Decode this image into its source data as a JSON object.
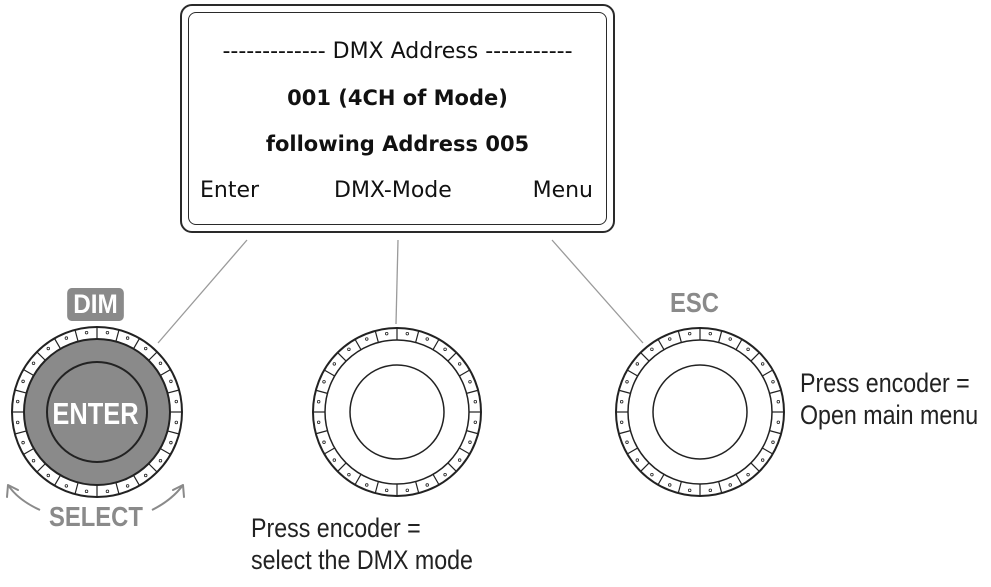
{
  "display": {
    "title": "------------- DMX Address -----------",
    "line1": "001 (4CH of Mode)",
    "line2": "following Address 005",
    "softkeys": {
      "left": "Enter",
      "middle": "DMX-Mode",
      "right": "Menu"
    }
  },
  "knobs": {
    "left": {
      "top_label": "DIM",
      "center_label": "ENTER",
      "bottom_label": "SELECT"
    },
    "middle": {
      "caption_line1": "Press encoder =",
      "caption_line2": "select the DMX mode"
    },
    "right": {
      "top_label": "ESC",
      "caption_line1": "Press encoder =",
      "caption_line2": "Open main menu"
    }
  },
  "colors": {
    "line": "#2a2a2a",
    "leader": "#9a9a9a",
    "highlight": "#8a8a8a"
  },
  "icons": [
    "rotate-arrow-left-icon",
    "rotate-arrow-right-icon"
  ]
}
